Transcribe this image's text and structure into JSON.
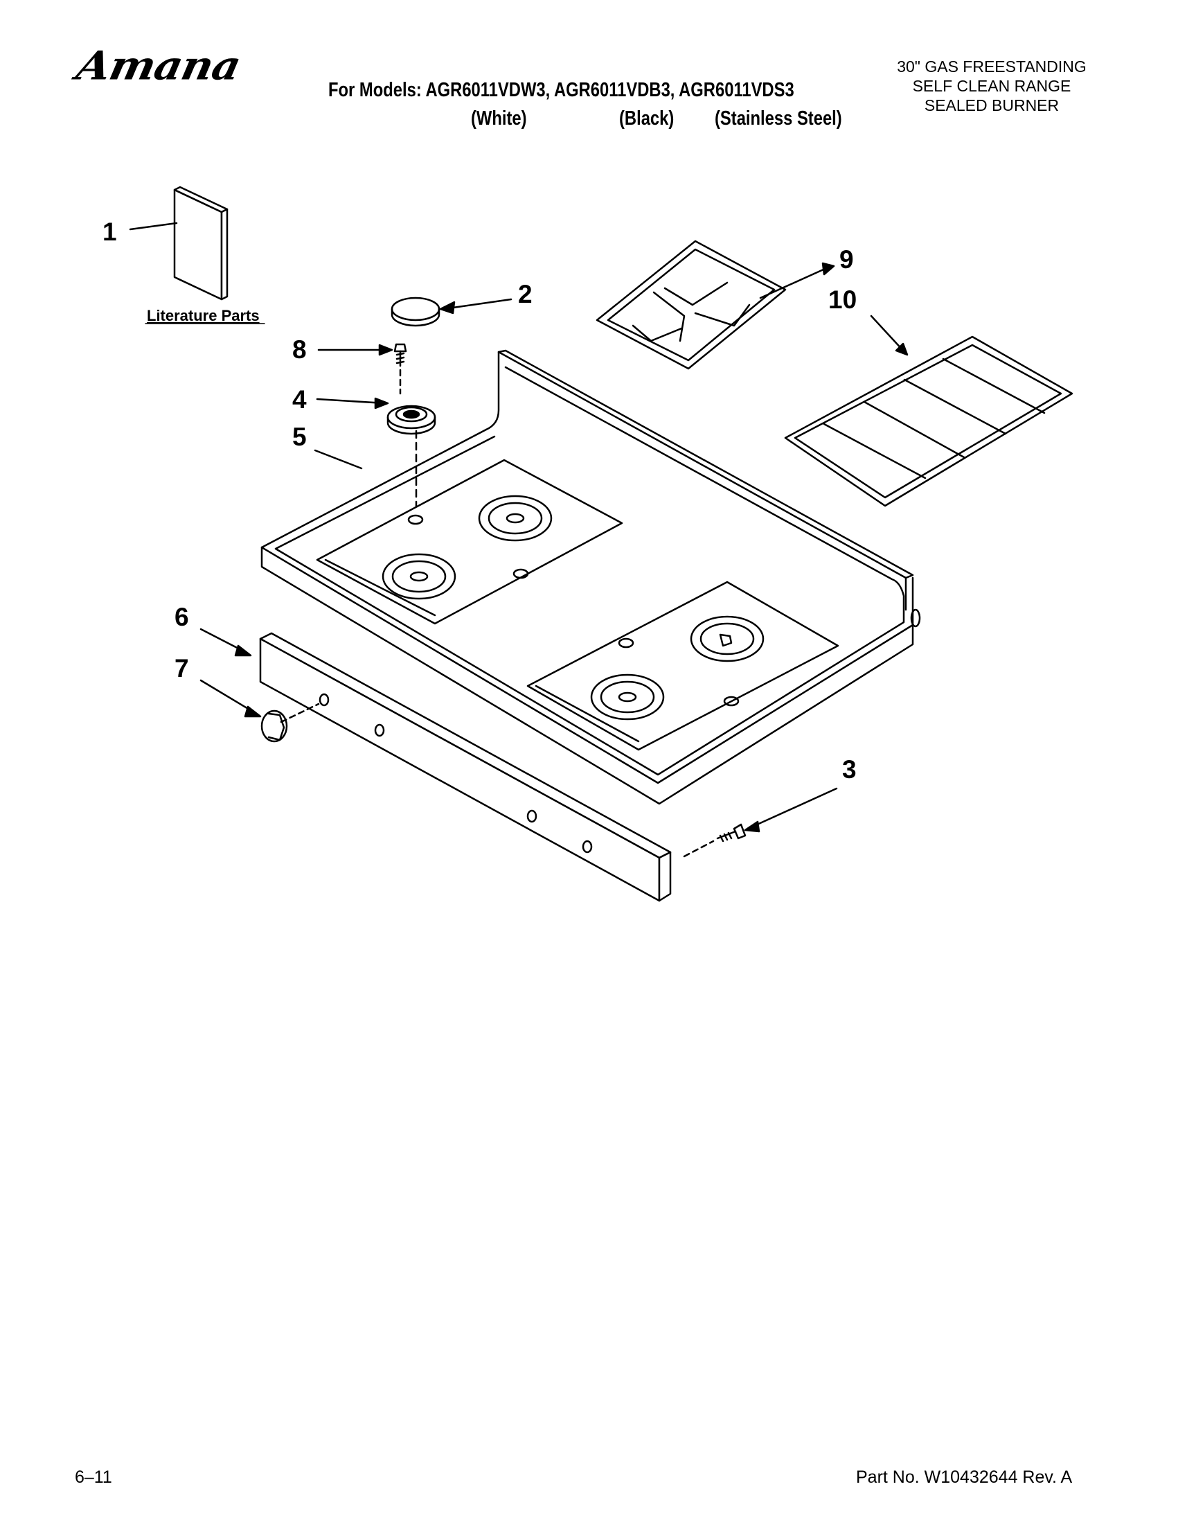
{
  "header": {
    "brand": "Amana",
    "models_line": "For Models: AGR6011VDW3, AGR6011VDB3, AGR6011VDS3",
    "finish_white": "(White)",
    "finish_black": "(Black)",
    "finish_stainless": "(Stainless Steel)",
    "product_line1": "30\" GAS FREESTANDING",
    "product_line2": "SELF CLEAN RANGE",
    "product_line3": "SEALED BURNER"
  },
  "diagram": {
    "literature_label": "Literature Parts",
    "callouts": [
      "1",
      "2",
      "3",
      "4",
      "5",
      "6",
      "7",
      "8",
      "9",
      "10"
    ]
  },
  "footer": {
    "page": "6–11",
    "part_number": "Part No. W10432644 Rev. A"
  }
}
